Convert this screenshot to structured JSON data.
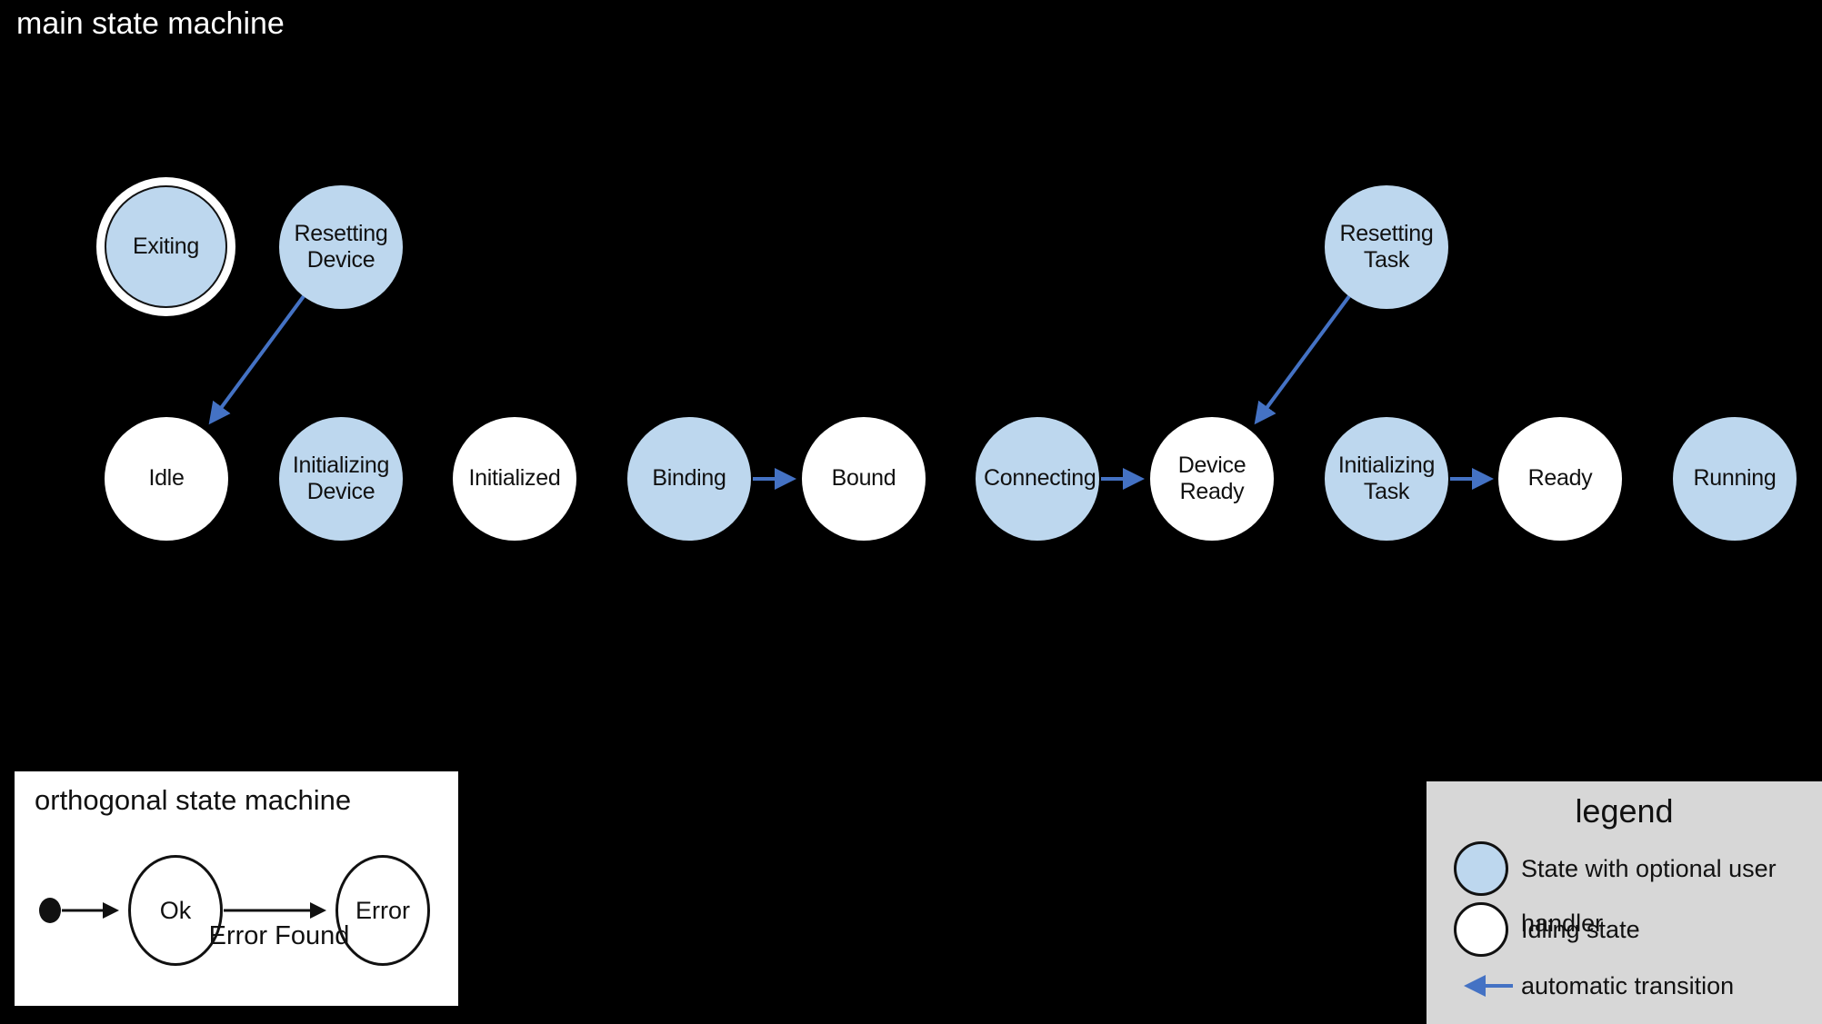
{
  "colors": {
    "canvas-bg": "#000000",
    "panel-bg": "#FFFFFF",
    "legend-bg": "#D7D7D7",
    "state-handler-fill": "#BDD7EE",
    "state-idling-fill": "#FFFFFF",
    "transition-blue": "#4472C4",
    "ink": "#111111",
    "title-ink": "#FFFFFF"
  },
  "main_machine": {
    "title": "main state machine",
    "states": [
      {
        "id": "exiting",
        "label": "Exiting",
        "type": "handler",
        "double_ring": true
      },
      {
        "id": "resetting-device",
        "label": "Resetting Device",
        "type": "handler"
      },
      {
        "id": "resetting-task",
        "label": "Resetting Task",
        "type": "handler"
      },
      {
        "id": "idle",
        "label": "Idle",
        "type": "idling"
      },
      {
        "id": "initializing-device",
        "label": "Initializing Device",
        "type": "handler"
      },
      {
        "id": "initialized",
        "label": "Initialized",
        "type": "idling"
      },
      {
        "id": "binding",
        "label": "Binding",
        "type": "handler"
      },
      {
        "id": "bound",
        "label": "Bound",
        "type": "idling"
      },
      {
        "id": "connecting",
        "label": "Connecting",
        "type": "handler"
      },
      {
        "id": "device-ready",
        "label": "Device Ready",
        "type": "idling"
      },
      {
        "id": "initializing-task",
        "label": "Initializing Task",
        "type": "handler"
      },
      {
        "id": "ready",
        "label": "Ready",
        "type": "idling"
      },
      {
        "id": "running",
        "label": "Running",
        "type": "handler"
      }
    ],
    "transitions": [
      {
        "from": "Resetting Device",
        "to": "Idle",
        "kind": "automatic"
      },
      {
        "from": "Binding",
        "to": "Bound",
        "kind": "automatic"
      },
      {
        "from": "Connecting",
        "to": "Device Ready",
        "kind": "automatic"
      },
      {
        "from": "Resetting Task",
        "to": "Device Ready",
        "kind": "automatic"
      },
      {
        "from": "Initializing Task",
        "to": "Ready",
        "kind": "automatic"
      }
    ]
  },
  "orthogonal_machine": {
    "title": "orthogonal state machine",
    "states": [
      {
        "id": "ok",
        "label": "Ok"
      },
      {
        "id": "error",
        "label": "Error"
      }
    ],
    "transitions": [
      {
        "from": "initial",
        "to": "Ok",
        "label": ""
      },
      {
        "from": "Ok",
        "to": "Error",
        "label": "Error Found"
      }
    ]
  },
  "legend": {
    "title": "legend",
    "items": [
      {
        "swatch": "handler-state-swatch",
        "label": "State with optional user handler"
      },
      {
        "swatch": "idling-state-swatch",
        "label": "Idling state"
      },
      {
        "swatch": "auto-transition-arrow",
        "label": "automatic transition"
      }
    ]
  }
}
